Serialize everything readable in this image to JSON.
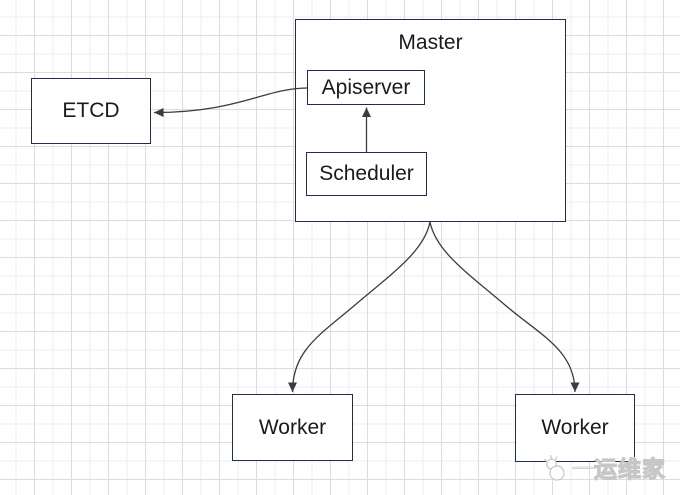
{
  "diagram": {
    "nodes": {
      "master": {
        "label": "Master"
      },
      "apiserver": {
        "label": "Apiserver"
      },
      "scheduler": {
        "label": "Scheduler"
      },
      "etcd": {
        "label": "ETCD"
      },
      "worker1": {
        "label": "Worker"
      },
      "worker2": {
        "label": "Worker"
      }
    },
    "edges": [
      {
        "from": "apiserver",
        "to": "etcd",
        "arrow_points": "left"
      },
      {
        "from": "scheduler",
        "to": "apiserver",
        "arrow_points": "up"
      },
      {
        "from": "master",
        "to": "worker1",
        "arrow_points": "down"
      },
      {
        "from": "master",
        "to": "worker2",
        "arrow_points": "down"
      }
    ],
    "colors": {
      "box_border": "#202c4e",
      "box_fill": "#ffffff",
      "text": "#1a1a1a",
      "arrow": "#3c3c3c",
      "grid_minor": "#ededed",
      "grid_major": "#dcdcdc",
      "watermark": "#c7c7c7"
    }
  },
  "watermark": {
    "icon": "megaphone-icon",
    "separator": "—",
    "text": "运维家"
  }
}
